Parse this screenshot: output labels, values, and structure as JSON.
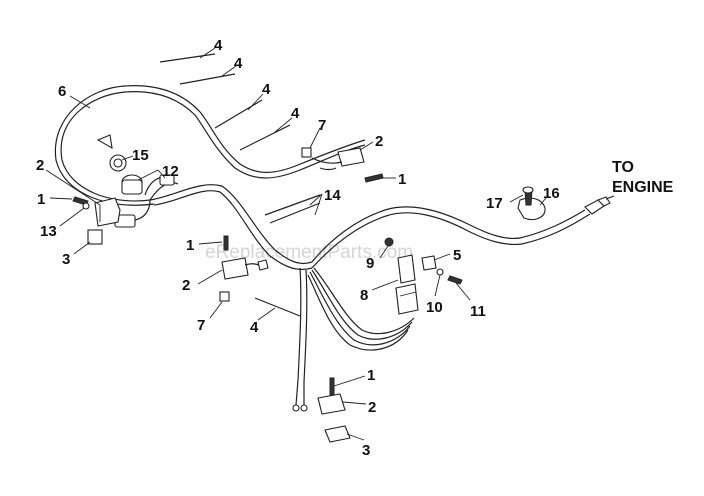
{
  "destination_label": [
    "TO",
    "ENGINE"
  ],
  "watermark": "eReplacementParts.com",
  "callouts": [
    {
      "id": "c4a",
      "text": "4"
    },
    {
      "id": "c4b",
      "text": "4"
    },
    {
      "id": "c4c",
      "text": "4"
    },
    {
      "id": "c4d",
      "text": "4"
    },
    {
      "id": "c4e",
      "text": "4"
    },
    {
      "id": "c6",
      "text": "6"
    },
    {
      "id": "c7a",
      "text": "7"
    },
    {
      "id": "c2a",
      "text": "2"
    },
    {
      "id": "c1a",
      "text": "1"
    },
    {
      "id": "c15",
      "text": "15"
    },
    {
      "id": "c12",
      "text": "12"
    },
    {
      "id": "c2b",
      "text": "2"
    },
    {
      "id": "c1b",
      "text": "1"
    },
    {
      "id": "c13",
      "text": "13"
    },
    {
      "id": "c3a",
      "text": "3"
    },
    {
      "id": "c14",
      "text": "14"
    },
    {
      "id": "c17",
      "text": "17"
    },
    {
      "id": "c16",
      "text": "16"
    },
    {
      "id": "c1c",
      "text": "1"
    },
    {
      "id": "c2c",
      "text": "2"
    },
    {
      "id": "c7b",
      "text": "7"
    },
    {
      "id": "c9",
      "text": "9"
    },
    {
      "id": "c5",
      "text": "5"
    },
    {
      "id": "c8",
      "text": "8"
    },
    {
      "id": "c10",
      "text": "10"
    },
    {
      "id": "c11",
      "text": "11"
    },
    {
      "id": "c1d",
      "text": "1"
    },
    {
      "id": "c2d",
      "text": "2"
    },
    {
      "id": "c3b",
      "text": "3"
    }
  ]
}
